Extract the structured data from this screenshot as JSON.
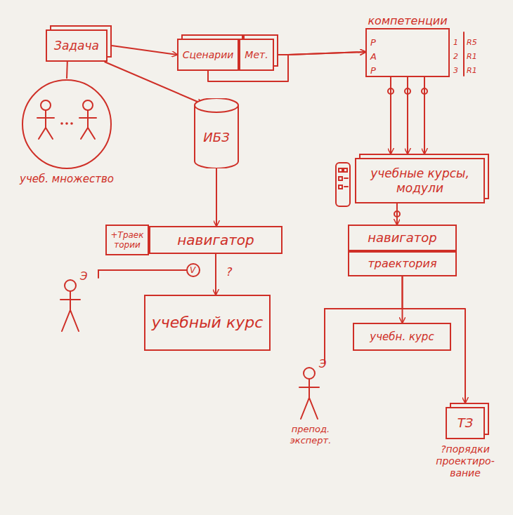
{
  "diagram": {
    "nodes": [
      {
        "text": [
          "Задача"
        ]
      },
      {
        "text": [
          "учеб. множество"
        ]
      },
      {
        "text": [
          "Сценарии"
        ]
      },
      {
        "text": [
          "Мет."
        ]
      },
      {
        "text": [
          "компетенции"
        ]
      },
      {
        "text": [
          "ИБЗ"
        ]
      },
      {
        "text": [
          "+Траек тории"
        ]
      },
      {
        "text": [
          "навигатор"
        ]
      },
      {
        "text": [
          "учебный курс"
        ]
      },
      {
        "text": [
          "учебные курсы, модули"
        ]
      },
      {
        "text": [
          "навигатор"
        ]
      },
      {
        "text": [
          "траектория"
        ]
      },
      {
        "text": [
          "учебн. курс"
        ]
      },
      {
        "text": [
          "ТЗ",
          "?порядки проектиро-вание"
        ]
      }
    ],
    "edges": [
      {
        "from": 0,
        "to": 2,
        "arrow": "to"
      },
      {
        "from": 0,
        "to": 5,
        "arrow": "to"
      },
      {
        "from": 1,
        "to": 0,
        "arrow": "none"
      },
      {
        "from": 2,
        "to": 4,
        "arrow": "to"
      },
      {
        "from": 3,
        "to": 4,
        "arrow": "to"
      },
      {
        "from": 5,
        "to": 7,
        "arrow": "to"
      },
      {
        "from": 7,
        "to": 8,
        "arrow": "to"
      },
      {
        "from": 4,
        "to": 9,
        "arrow": "to"
      },
      {
        "from": 4,
        "to": 9,
        "arrow": "to"
      },
      {
        "from": 4,
        "to": 9,
        "arrow": "to"
      },
      {
        "from": 9,
        "to": 10,
        "arrow": "to"
      },
      {
        "from": 11,
        "to": 12,
        "arrow": "to"
      },
      {
        "from": 11,
        "to": 13,
        "arrow": "to"
      }
    ],
    "labels": [
      "Р",
      "А",
      "Р",
      "1",
      "2",
      "3",
      "R5",
      "R1",
      "R1",
      "V",
      "?",
      "Э",
      "Э",
      "препод. эксперт."
    ]
  }
}
